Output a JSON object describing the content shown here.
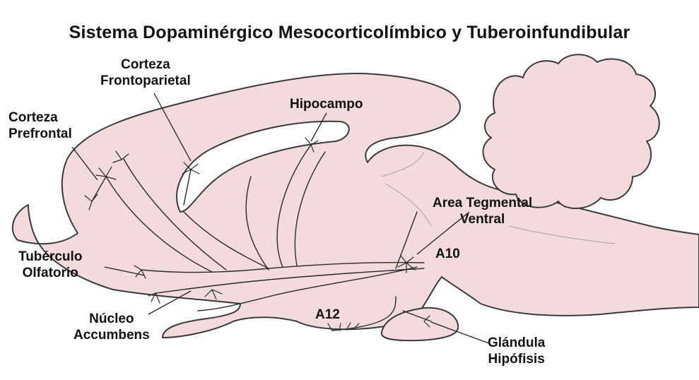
{
  "title": "Sistema Dopaminérgico Mesocorticolímbico y Tuberoinfundibular",
  "labels": {
    "corteza_frontoparietal": [
      "Corteza",
      "Frontoparietal"
    ],
    "corteza_prefrontal": [
      "Corteza",
      "Prefrontal"
    ],
    "hipocampo": "Hipocampo",
    "area_tegmental_ventral": [
      "Area Tegmental",
      "Ventral"
    ],
    "a10": "A10",
    "tuberculo_olfatorio": [
      "Tubérculo",
      "Olfatorio"
    ],
    "nucleo_accumbens": [
      "Núcleo",
      "Accumbens"
    ],
    "a12": "A12",
    "glandula_hipofisis": [
      "Glándula",
      "Hipófisis"
    ]
  },
  "colors": {
    "tissue_fill": "#f2dadd",
    "outline": "#3a3a3a",
    "fiber": "#2a2a2a",
    "background": "#ffffff"
  }
}
